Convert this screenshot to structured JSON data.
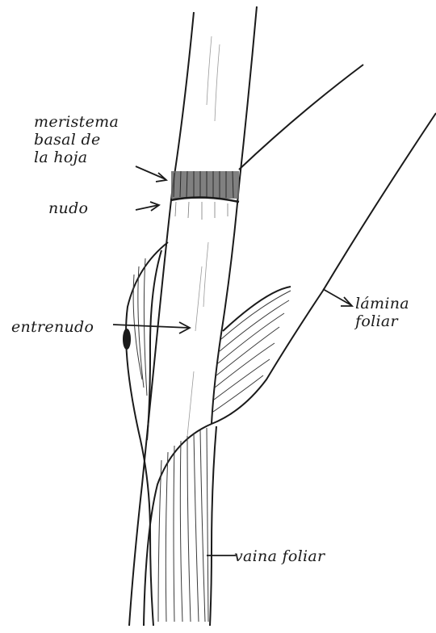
{
  "labels": {
    "meristema": "meristema\nbasal de\nla hoja",
    "nudo": "nudo",
    "entrenudo": "entrenudo",
    "lamina": "lámina\nfoliar",
    "vaina": "vaina foliar"
  },
  "colors": {
    "ink": "#1a1a1a",
    "paper": "#ffffff",
    "shade": "#5a5a5a"
  }
}
